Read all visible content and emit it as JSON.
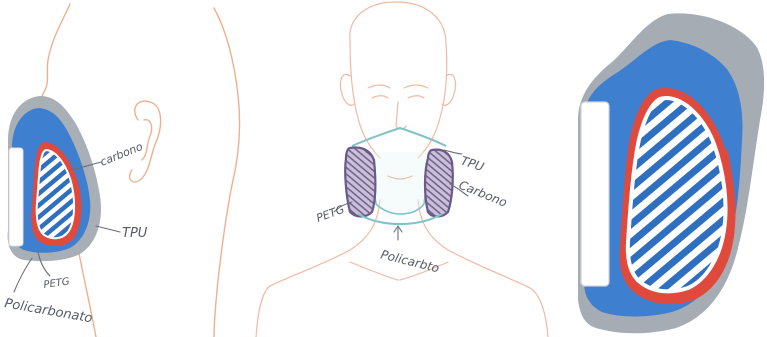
{
  "colors": {
    "skin_outline": "#efb08f",
    "tpu_gray": "#a6acb3",
    "polycarbonate_blue": "#3f7fd0",
    "carbon_red": "#e04a3c",
    "filter_white": "#ffffff",
    "ink": "#555a66",
    "mask_outline": "#7fc3c7",
    "purple_outline": "#6a5a8a"
  },
  "labels": {
    "side_carbono": "carbono",
    "side_tpu": "TPU",
    "side_petg": "PETG",
    "side_policarbonato": "Policarbonato",
    "front_tpu": "TPU",
    "front_carbono": "Carbono",
    "front_petg": "PETG",
    "front_policarbonato": "Policarbto"
  }
}
